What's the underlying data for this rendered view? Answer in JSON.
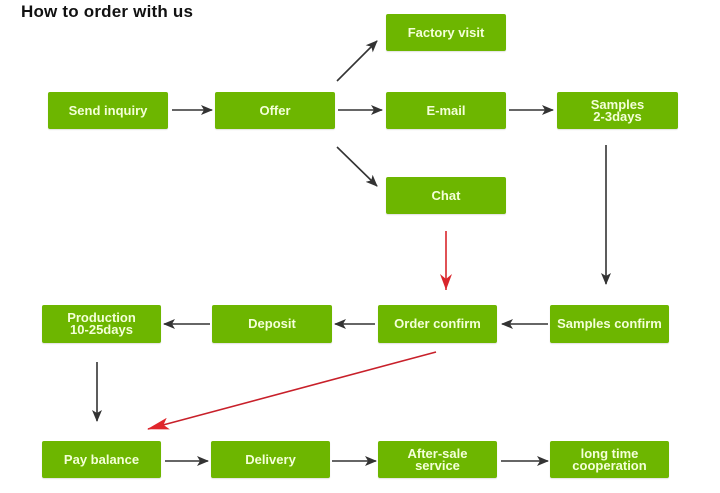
{
  "title": "How to order with us",
  "colors": {
    "box_fill": "#6db600",
    "box_text": "#f4ffd8",
    "arrow_dark": "#333333",
    "arrow_red": "#d9262c"
  },
  "steps": {
    "send_inquiry": "Send inquiry",
    "offer": "Offer",
    "factory_visit": "Factory visit",
    "email": "E-mail",
    "chat": "Chat",
    "samples": "Samples\n2-3days",
    "samples_confirm": "Samples confirm",
    "order_confirm": "Order confirm",
    "deposit": "Deposit",
    "production": "Production\n10-25days",
    "pay_balance": "Pay balance",
    "delivery": "Delivery",
    "after_sale": "After-sale\nservice",
    "long_time": "long time\ncooperation"
  },
  "connections": [
    {
      "from": "send_inquiry",
      "to": "offer",
      "color": "dark"
    },
    {
      "from": "offer",
      "to": "factory_visit",
      "color": "dark"
    },
    {
      "from": "offer",
      "to": "email",
      "color": "dark"
    },
    {
      "from": "offer",
      "to": "chat",
      "color": "dark"
    },
    {
      "from": "email",
      "to": "samples",
      "color": "dark"
    },
    {
      "from": "samples",
      "to": "samples_confirm",
      "color": "dark"
    },
    {
      "from": "chat",
      "to": "order_confirm",
      "color": "red"
    },
    {
      "from": "samples_confirm",
      "to": "order_confirm",
      "color": "dark"
    },
    {
      "from": "order_confirm",
      "to": "deposit",
      "color": "dark"
    },
    {
      "from": "deposit",
      "to": "production",
      "color": "dark"
    },
    {
      "from": "production",
      "to": "pay_balance",
      "color": "dark"
    },
    {
      "from": "order_confirm",
      "to": "pay_balance",
      "color": "red"
    },
    {
      "from": "pay_balance",
      "to": "delivery",
      "color": "dark"
    },
    {
      "from": "delivery",
      "to": "after_sale",
      "color": "dark"
    },
    {
      "from": "after_sale",
      "to": "long_time",
      "color": "dark"
    }
  ]
}
